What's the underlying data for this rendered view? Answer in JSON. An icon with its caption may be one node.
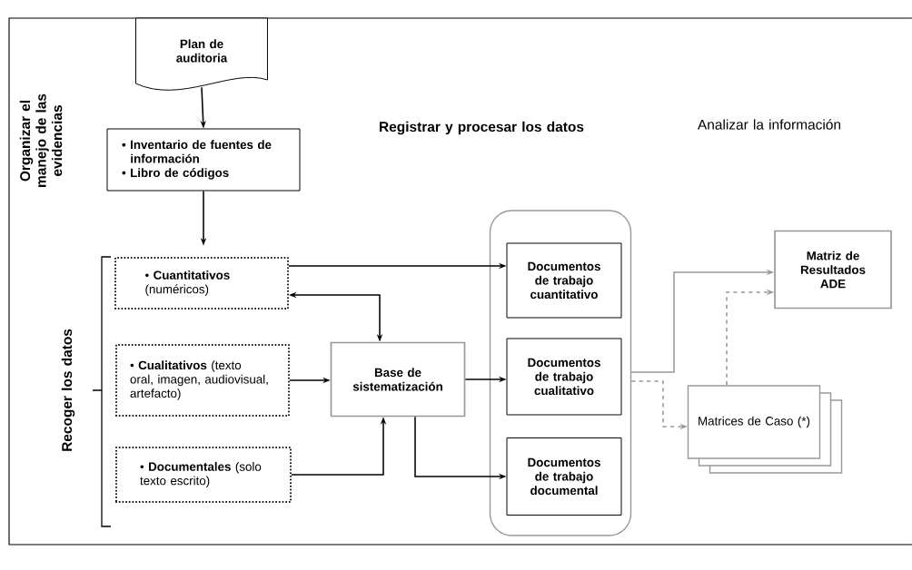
{
  "diagram": {
    "nodes": [
      {
        "text": [
          "Plan de auditoria"
        ]
      },
      {
        "text": [
          "• Inventario de  fuentes de información",
          "• Libro de códigos"
        ]
      },
      {
        "text": [
          "• **Cuantitativos** (numéricos)"
        ]
      },
      {
        "text": [
          "• **Cualitativos** (texto oral, imagen, audiovisual, artefacto)"
        ]
      },
      {
        "text": [
          "• **Documentales** (solo texto escrito)"
        ]
      },
      {
        "text": [
          "Base de sistematización"
        ]
      },
      {
        "text": [],
        "shape": "box"
      },
      {
        "text": [
          "Documentos de trabajo cuantitativo"
        ],
        "in": 6
      },
      {
        "text": [
          "Documentos de trabajo cualitativo"
        ],
        "in": 6
      },
      {
        "text": [
          "Documentos de trabajo documental"
        ],
        "in": 6
      },
      {
        "text": [
          "Matriz de Resultados ADE"
        ]
      },
      {
        "text": [
          "Matrices de Caso (*)"
        ]
      }
    ],
    "edges": [
      {
        "from": 0,
        "to": 1,
        "arrow": "to"
      },
      {
        "from": 1,
        "to": null,
        "arrow": "to"
      },
      {
        "from": 2,
        "to": 7,
        "arrow": "to"
      },
      {
        "from": 5,
        "to": 2,
        "arrow": "both"
      },
      {
        "from": 3,
        "to": 5,
        "arrow": "to"
      },
      {
        "from": 4,
        "to": 5,
        "arrow": "to"
      },
      {
        "from": 5,
        "to": 8,
        "arrow": "to"
      },
      {
        "from": 5,
        "to": 9,
        "arrow": "to"
      },
      {
        "from": 6,
        "to": 10,
        "arrow": "to",
        "color": "#999999"
      },
      {
        "from": 6,
        "to": 11,
        "arrow": "to",
        "style": "dashed",
        "color": "#999999"
      },
      {
        "from": 11,
        "to": 10,
        "arrow": "to",
        "style": "dashed",
        "color": "#999999"
      }
    ],
    "labels": [
      "Organizar el manejo de las evidencias",
      "Registrar y procesar los datos",
      "Analizar la información",
      "Recoger los datos"
    ]
  }
}
